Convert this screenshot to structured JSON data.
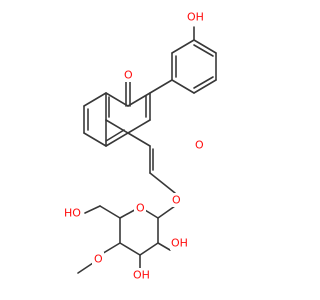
{
  "structure": {
    "atom_colors": {
      "O": "#ff0d0d",
      "C": "#383838"
    },
    "labels": {
      "phenol_oh": "OH",
      "ketone_o": "O",
      "ring_o": "O",
      "glycosidic_o": "O",
      "pyranose_o": "O",
      "ch2oh_label": "HO",
      "methoxy_o": "O",
      "oh_c3": "OH",
      "oh_c2": "OH"
    }
  }
}
